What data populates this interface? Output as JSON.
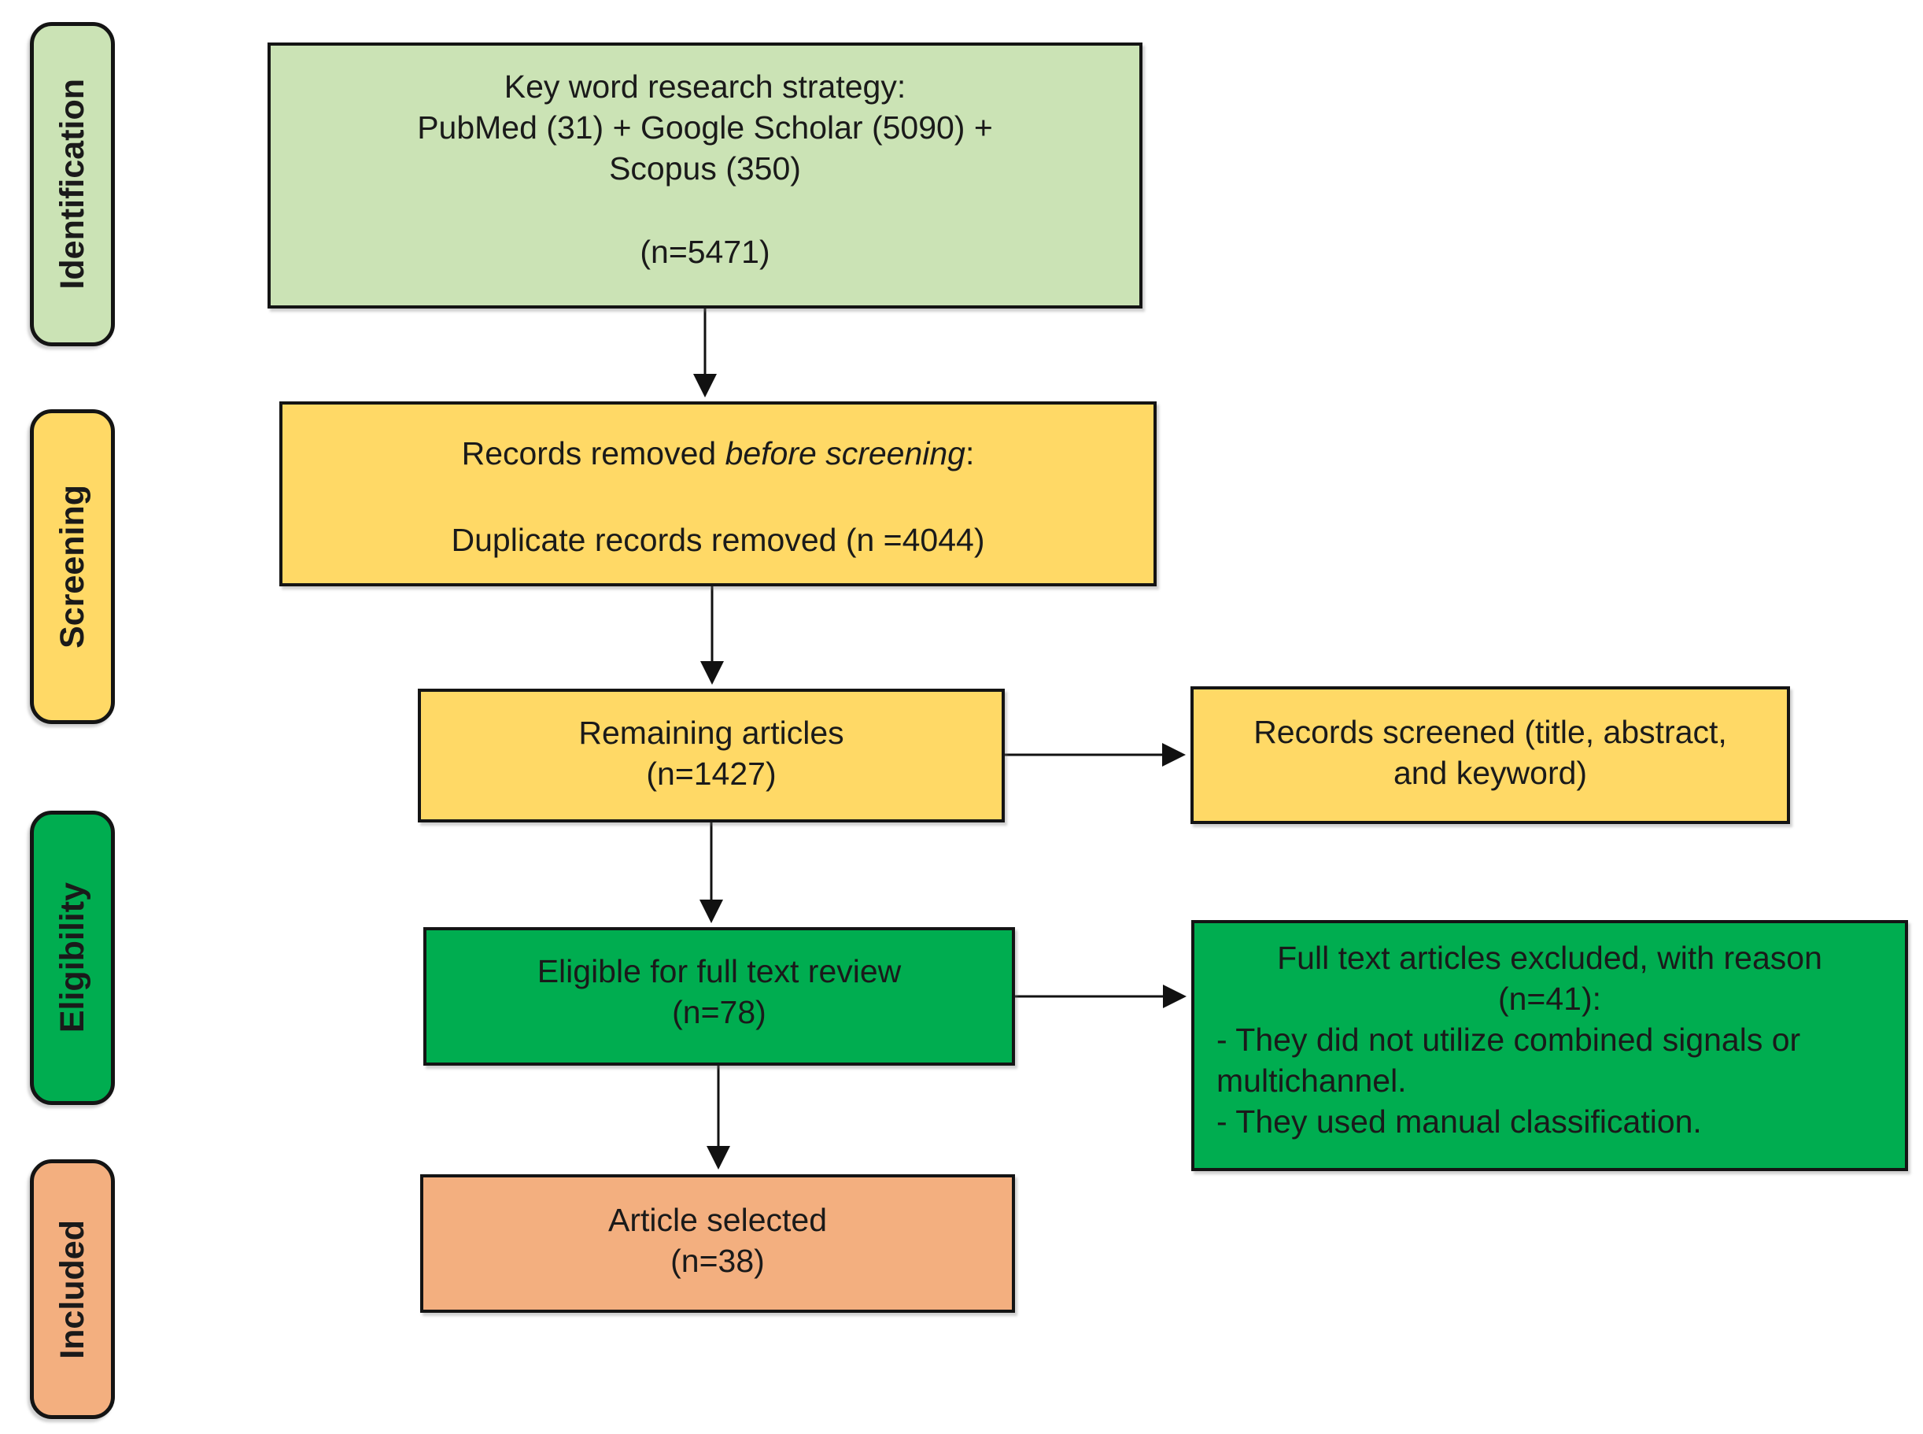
{
  "diagram": {
    "type": "prisma-flow",
    "palette": {
      "light_green": "#cbe3b5",
      "yellow": "#ffd966",
      "green": "#00ad50",
      "orange": "#f3af7f",
      "border": "#141414"
    },
    "stages": [
      {
        "label": "Identification",
        "color": "#cbe3b5"
      },
      {
        "label": "Screening",
        "color": "#ffd966"
      },
      {
        "label": "Eligibility",
        "color": "#00ad50"
      },
      {
        "label": "Included",
        "color": "#f3af7f"
      }
    ],
    "nodes": {
      "keyword": {
        "lines": [
          "Key word research strategy:",
          "PubMed (31) + Google Scholar (5090) +",
          "Scopus (350)"
        ],
        "count": "(n=5471)",
        "color": "#cbe3b5"
      },
      "removed": {
        "title_pre": "Records removed ",
        "title_italic": "before screening",
        "title_post": ":",
        "detail": "Duplicate records removed (n =4044)",
        "color": "#ffd966"
      },
      "remaining": {
        "lines": [
          "Remaining articles",
          "(n=1427)"
        ],
        "color": "#ffd966"
      },
      "screened": {
        "lines": [
          "Records screened (title, abstract,",
          "and keyword)"
        ],
        "color": "#ffd966"
      },
      "eligible": {
        "lines": [
          "Eligible for full text review",
          "(n=78)"
        ],
        "color": "#00ad50"
      },
      "excluded": {
        "header_lines": [
          "Full text articles excluded, with reason",
          "(n=41):"
        ],
        "bullets": [
          "- They did not utilize combined signals or multichannel.",
          "- They used manual classification."
        ],
        "color": "#00ad50"
      },
      "selected": {
        "lines": [
          "Article selected",
          "(n=38)"
        ],
        "color": "#f3af7f"
      }
    }
  }
}
